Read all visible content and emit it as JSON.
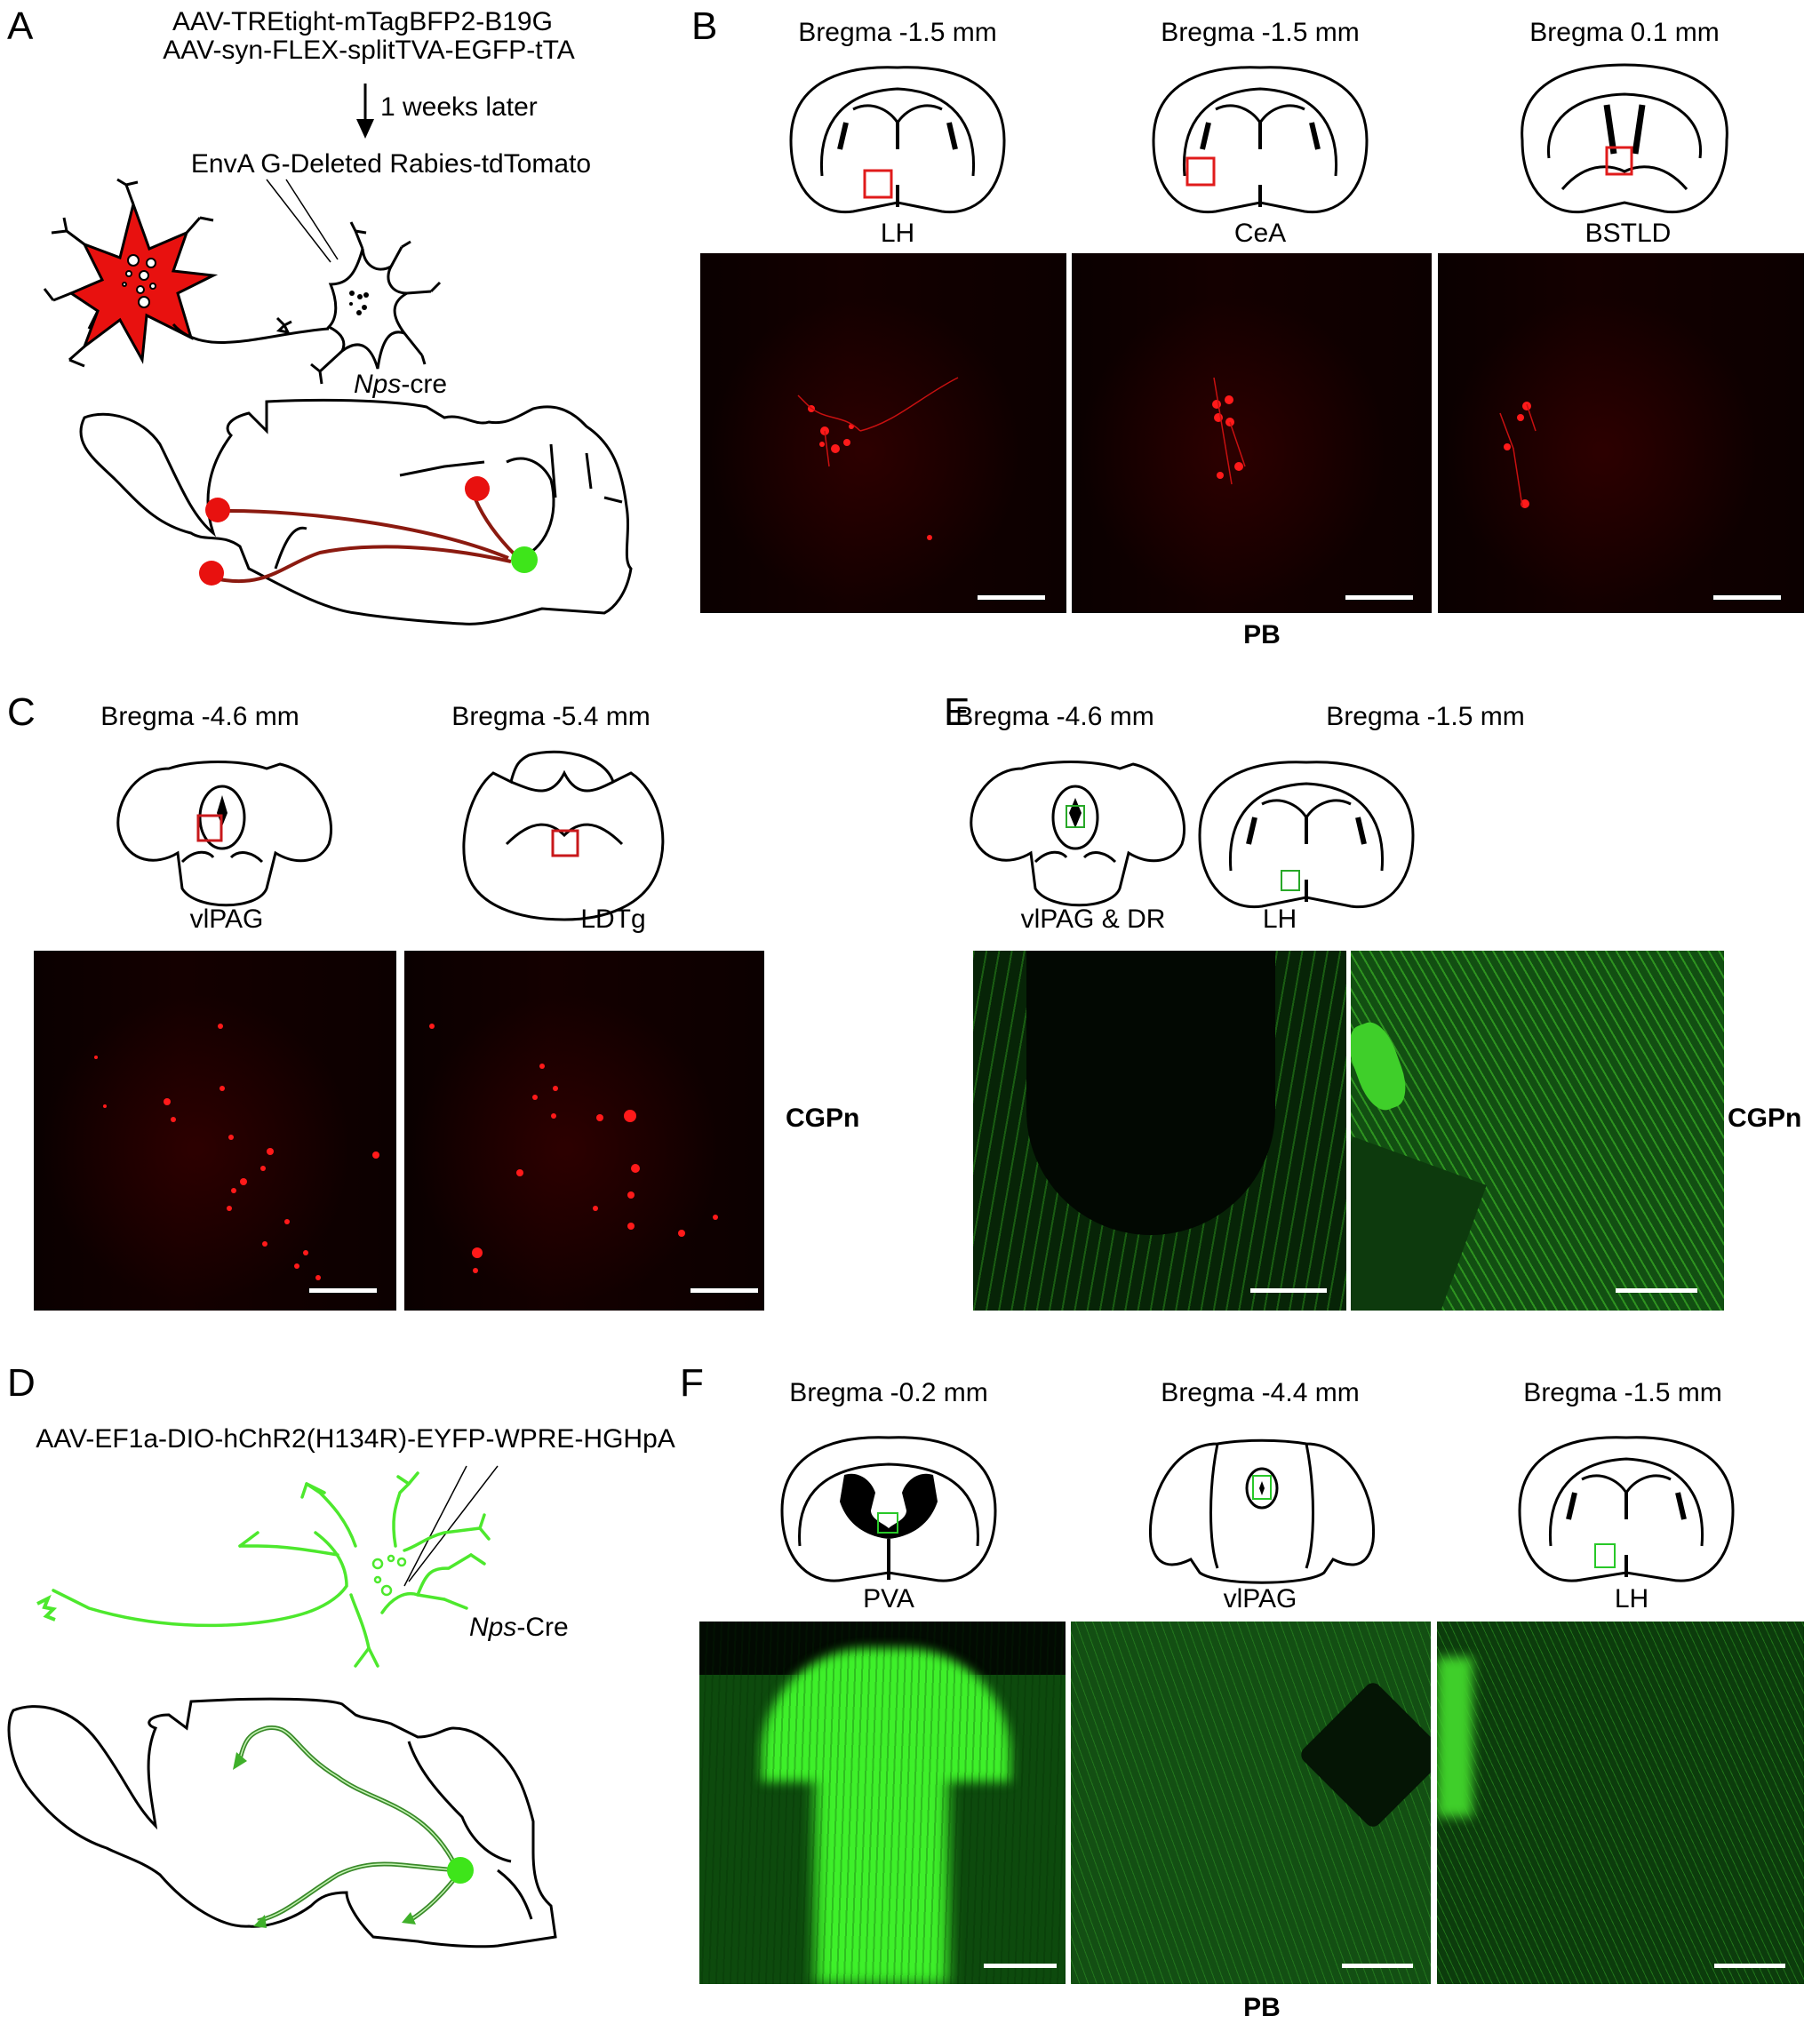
{
  "figure": {
    "panels": {
      "A": {
        "letter": "A",
        "virus_line_1": "AAV-TREtight-mTagBFP2-B19G",
        "virus_line_2": "AAV-syn-FLEX-splitTVA-EGFP-tTA",
        "delay_label": "1 weeks later",
        "virus_line_3": "EnvA G-Deleted Rabies-tdTomato",
        "starter_label_italic": "Nps",
        "starter_label_suffix": "-cre",
        "colors": {
          "input_neuron": "#e8110f",
          "starter_cell": "#2fe52f",
          "projection_arrow": "#8b1a10"
        }
      },
      "B": {
        "letter": "B",
        "sections": [
          {
            "bregma": "Bregma -1.5 mm",
            "region": "LH"
          },
          {
            "bregma": "Bregma -1.5 mm",
            "region": "CeA"
          },
          {
            "bregma": "Bregma 0.1 mm",
            "region": "BSTLD"
          }
        ],
        "footer": "PB",
        "roi_color": "#e01b1b"
      },
      "C": {
        "letter": "C",
        "sections": [
          {
            "bregma": "Bregma -4.6 mm",
            "region": "vlPAG"
          },
          {
            "bregma": "Bregma -5.4 mm",
            "region": "LDTg"
          }
        ],
        "side_label": "CGPn",
        "roi_color": "#c8181b"
      },
      "D": {
        "letter": "D",
        "virus_line": "AAV-EF1a-DIO-hChR2(H134R)-EYFP-WPRE-HGHpA",
        "cell_label_italic": "Nps",
        "cell_label_suffix": "-Cre",
        "colors": {
          "neuron": "#4de82d",
          "cell_body": "#3ee51a",
          "projection": "#3a8a2a"
        }
      },
      "E": {
        "letter": "E",
        "sections": [
          {
            "bregma": "Bregma -4.6 mm",
            "region": "vlPAG & DR"
          },
          {
            "bregma": "Bregma -1.5 mm",
            "region": "LH"
          }
        ],
        "side_label": "CGPn",
        "roi_color": "#28a828"
      },
      "F": {
        "letter": "F",
        "sections": [
          {
            "bregma": "Bregma  -0.2 mm",
            "region": "PVA"
          },
          {
            "bregma": "Bregma -4.4 mm",
            "region": "vlPAG"
          },
          {
            "bregma": "Bregma -1.5 mm",
            "region": "LH"
          }
        ],
        "footer": "PB",
        "roi_color": "#28c828"
      }
    }
  }
}
